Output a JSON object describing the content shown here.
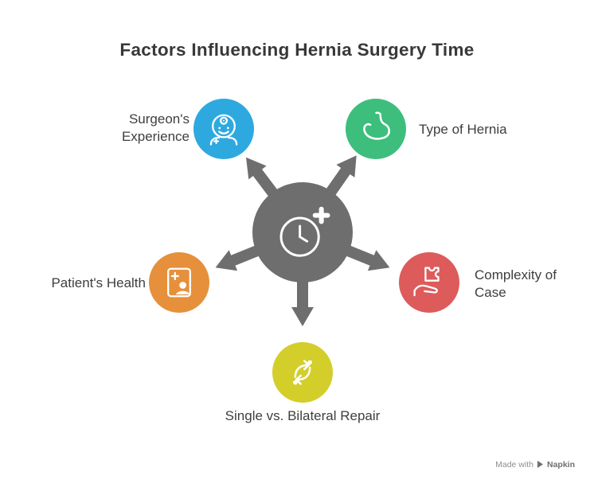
{
  "title": "Factors Influencing Hernia Surgery Time",
  "center": {
    "color": "#6E6E6E",
    "icon": "clock-plus-icon"
  },
  "nodes": [
    {
      "id": "surgeons-experience",
      "label": "Surgeon's Experience",
      "color": "#2EA9DF",
      "icon": "surgeon-icon"
    },
    {
      "id": "type-of-hernia",
      "label": "Type of Hernia",
      "color": "#3DBE7D",
      "icon": "stomach-icon"
    },
    {
      "id": "patients-health",
      "label": "Patient's Health",
      "color": "#E6903B",
      "icon": "patient-chart-icon"
    },
    {
      "id": "complexity-of-case",
      "label": "Complexity of Case",
      "color": "#DD5B5B",
      "icon": "hand-puzzle-icon"
    },
    {
      "id": "single-vs-bilateral-repair",
      "label": "Single vs. Bilateral Repair",
      "color": "#D3CE2A",
      "icon": "cycle-arrows-icon"
    }
  ],
  "watermark": {
    "prefix": "Made with",
    "brand": "Napkin"
  }
}
